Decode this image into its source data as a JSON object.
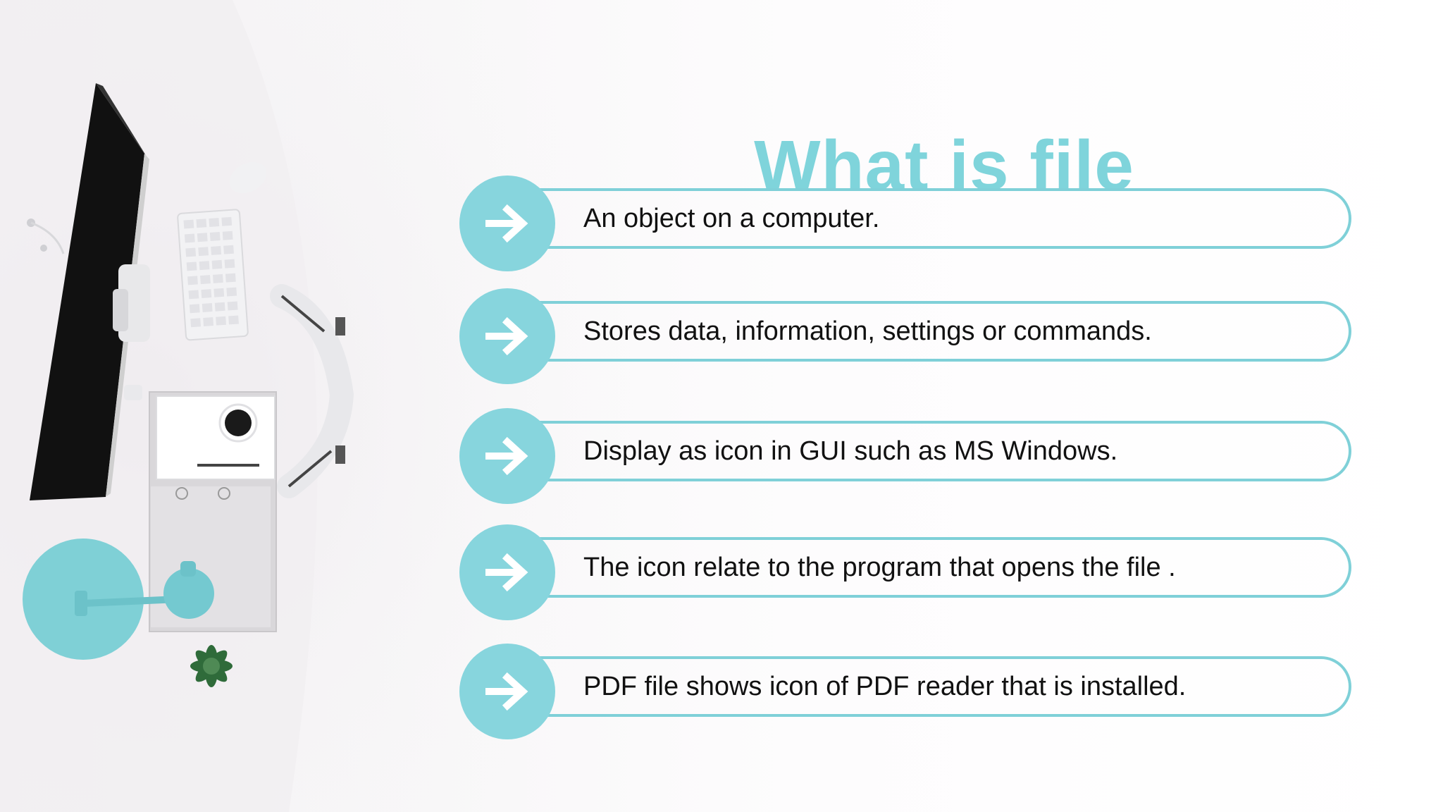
{
  "slide": {
    "title": "What is file",
    "items": [
      {
        "text": "An object on a computer."
      },
      {
        "text": "Stores data, information, settings or commands."
      },
      {
        "text": "Display as icon in GUI such as MS Windows."
      },
      {
        "text": "The icon relate to the program that opens the file ."
      },
      {
        "text": "PDF file shows icon of PDF reader that is installed."
      }
    ],
    "colors": {
      "accent": "#87d5dd",
      "title": "#7fd4db",
      "text": "#111111"
    },
    "icons": [
      "arrow-right-icon"
    ]
  }
}
